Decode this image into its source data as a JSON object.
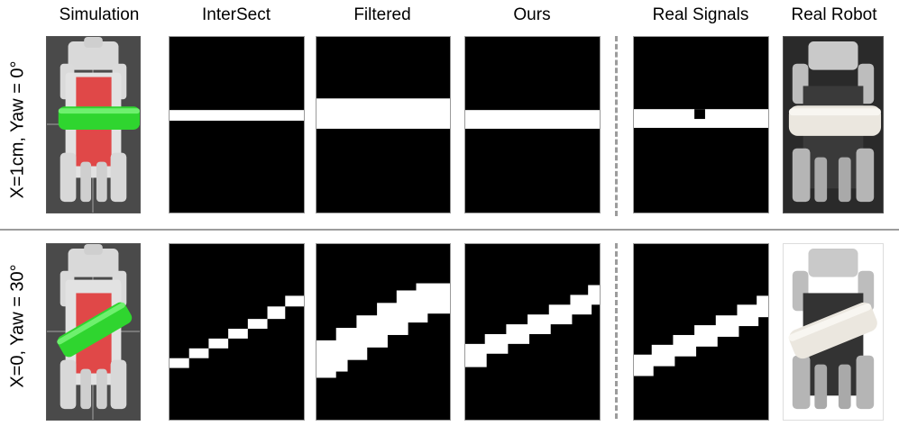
{
  "columns": {
    "simulation": "Simulation",
    "intersect": "InterSect",
    "filtered": "Filtered",
    "ours": "Ours",
    "real_signals": "Real Signals",
    "real_robot": "Real Robot"
  },
  "rows": {
    "row1": "X=1cm, Yaw = 0°",
    "row2": "X=0, Yaw = 30°"
  },
  "colors": {
    "background": "#000000",
    "contact": "#ffffff",
    "sim_object": "#2fd52f",
    "sim_pad": "#e64040",
    "separator": "#9c9c9c"
  }
}
